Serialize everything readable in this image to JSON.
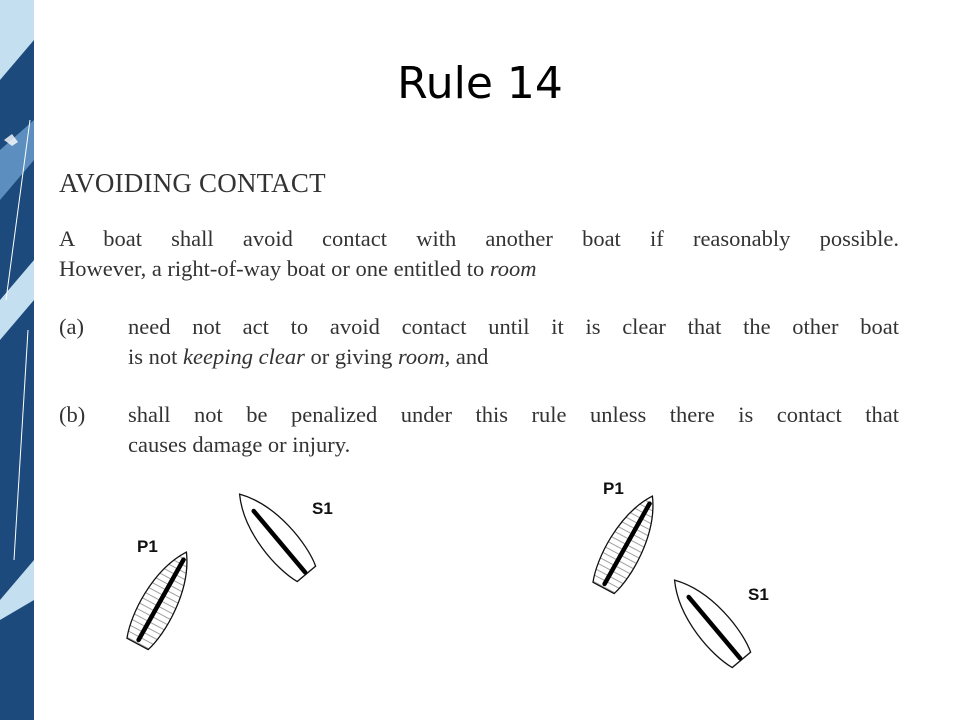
{
  "slide": {
    "title": "Rule 14",
    "heading": "AVOIDING CONTACT",
    "intro_lines": [
      "A boat shall avoid contact with another boat if reasonably possible.",
      "However, a right-of-way boat or one entitled to"
    ],
    "intro_room": "room",
    "clause_a": {
      "label": "(a)",
      "line1": "need not act to avoid contact until it is clear that the other boat",
      "line2_pre": "is not",
      "keeping_clear": "keeping clear",
      "line2_mid": "or giving",
      "room": "room",
      "line2_post": ", and"
    },
    "clause_b": {
      "label": "(b)",
      "line1": "shall not be penalized under this rule unless there is contact that",
      "line2": "causes damage or injury."
    }
  },
  "diagrams": {
    "left": {
      "port_label": "P1",
      "starboard_label": "S1"
    },
    "right": {
      "port_label": "P1",
      "starboard_label": "S1"
    }
  },
  "colors": {
    "banner_dark": "#1d4a7c",
    "banner_light": "#c4dff0",
    "text": "#333333"
  }
}
